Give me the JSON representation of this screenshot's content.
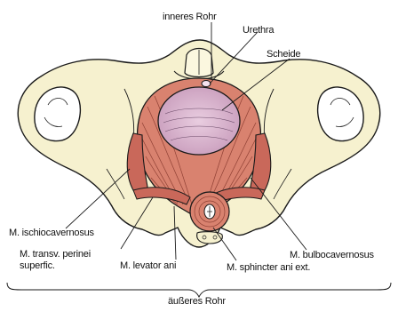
{
  "diagram": {
    "labels": {
      "inneres_rohr": "inneres Rohr",
      "urethra": "Urethra",
      "scheide": "Scheide",
      "m_ischiocavernosus": "M. ischiocavernosus",
      "m_transv_perinei_line1": "M. transv. perinei",
      "m_transv_perinei_line2": "superfic.",
      "m_levator_ani": "M. levator ani",
      "m_bulbocavernosus": "M. bulbocavernosus",
      "m_sphincter_ani_ext": "M. sphincter ani ext.",
      "aeusseres_rohr": "äußeres Rohr"
    },
    "colors": {
      "bone": "#f6f1cf",
      "muscle": "#d9826f",
      "muscle_dark": "#b5584a",
      "vagina_opening": "#ecc6d8",
      "outline": "#1a1a1a"
    }
  }
}
